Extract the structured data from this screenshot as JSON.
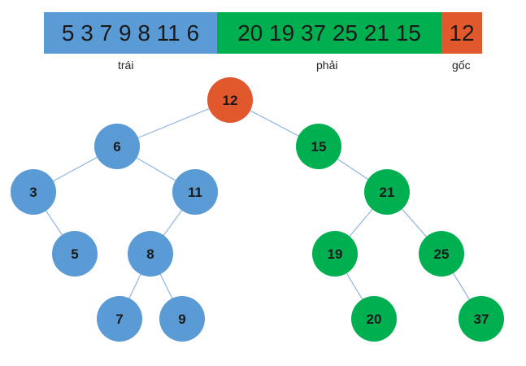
{
  "array": {
    "left_text": "5 3 7 9 8 11 6",
    "right_text": "20 19 37 25 21 15",
    "root_text": "12"
  },
  "labels": {
    "left": "trái",
    "right": "phải",
    "root": "gốc"
  },
  "colors": {
    "left": "#5b9bd5",
    "right": "#00b050",
    "root": "#e2582d",
    "edge": "#8db4e2"
  },
  "tree": {
    "nodes": [
      {
        "id": "n12",
        "label": "12",
        "group": "root"
      },
      {
        "id": "n6",
        "label": "6",
        "group": "left"
      },
      {
        "id": "n3",
        "label": "3",
        "group": "left"
      },
      {
        "id": "n11",
        "label": "11",
        "group": "left"
      },
      {
        "id": "n5",
        "label": "5",
        "group": "left"
      },
      {
        "id": "n8",
        "label": "8",
        "group": "left"
      },
      {
        "id": "n7",
        "label": "7",
        "group": "left"
      },
      {
        "id": "n9",
        "label": "9",
        "group": "left"
      },
      {
        "id": "n15",
        "label": "15",
        "group": "right"
      },
      {
        "id": "n21",
        "label": "21",
        "group": "right"
      },
      {
        "id": "n19",
        "label": "19",
        "group": "right"
      },
      {
        "id": "n25",
        "label": "25",
        "group": "right"
      },
      {
        "id": "n20",
        "label": "20",
        "group": "right"
      },
      {
        "id": "n37",
        "label": "37",
        "group": "right"
      }
    ],
    "edges": [
      [
        "n12",
        "n6"
      ],
      [
        "n12",
        "n15"
      ],
      [
        "n6",
        "n3"
      ],
      [
        "n6",
        "n11"
      ],
      [
        "n3",
        "n5"
      ],
      [
        "n11",
        "n8"
      ],
      [
        "n8",
        "n7"
      ],
      [
        "n8",
        "n9"
      ],
      [
        "n15",
        "n21"
      ],
      [
        "n21",
        "n19"
      ],
      [
        "n21",
        "n25"
      ],
      [
        "n19",
        "n20"
      ],
      [
        "n25",
        "n37"
      ]
    ]
  }
}
